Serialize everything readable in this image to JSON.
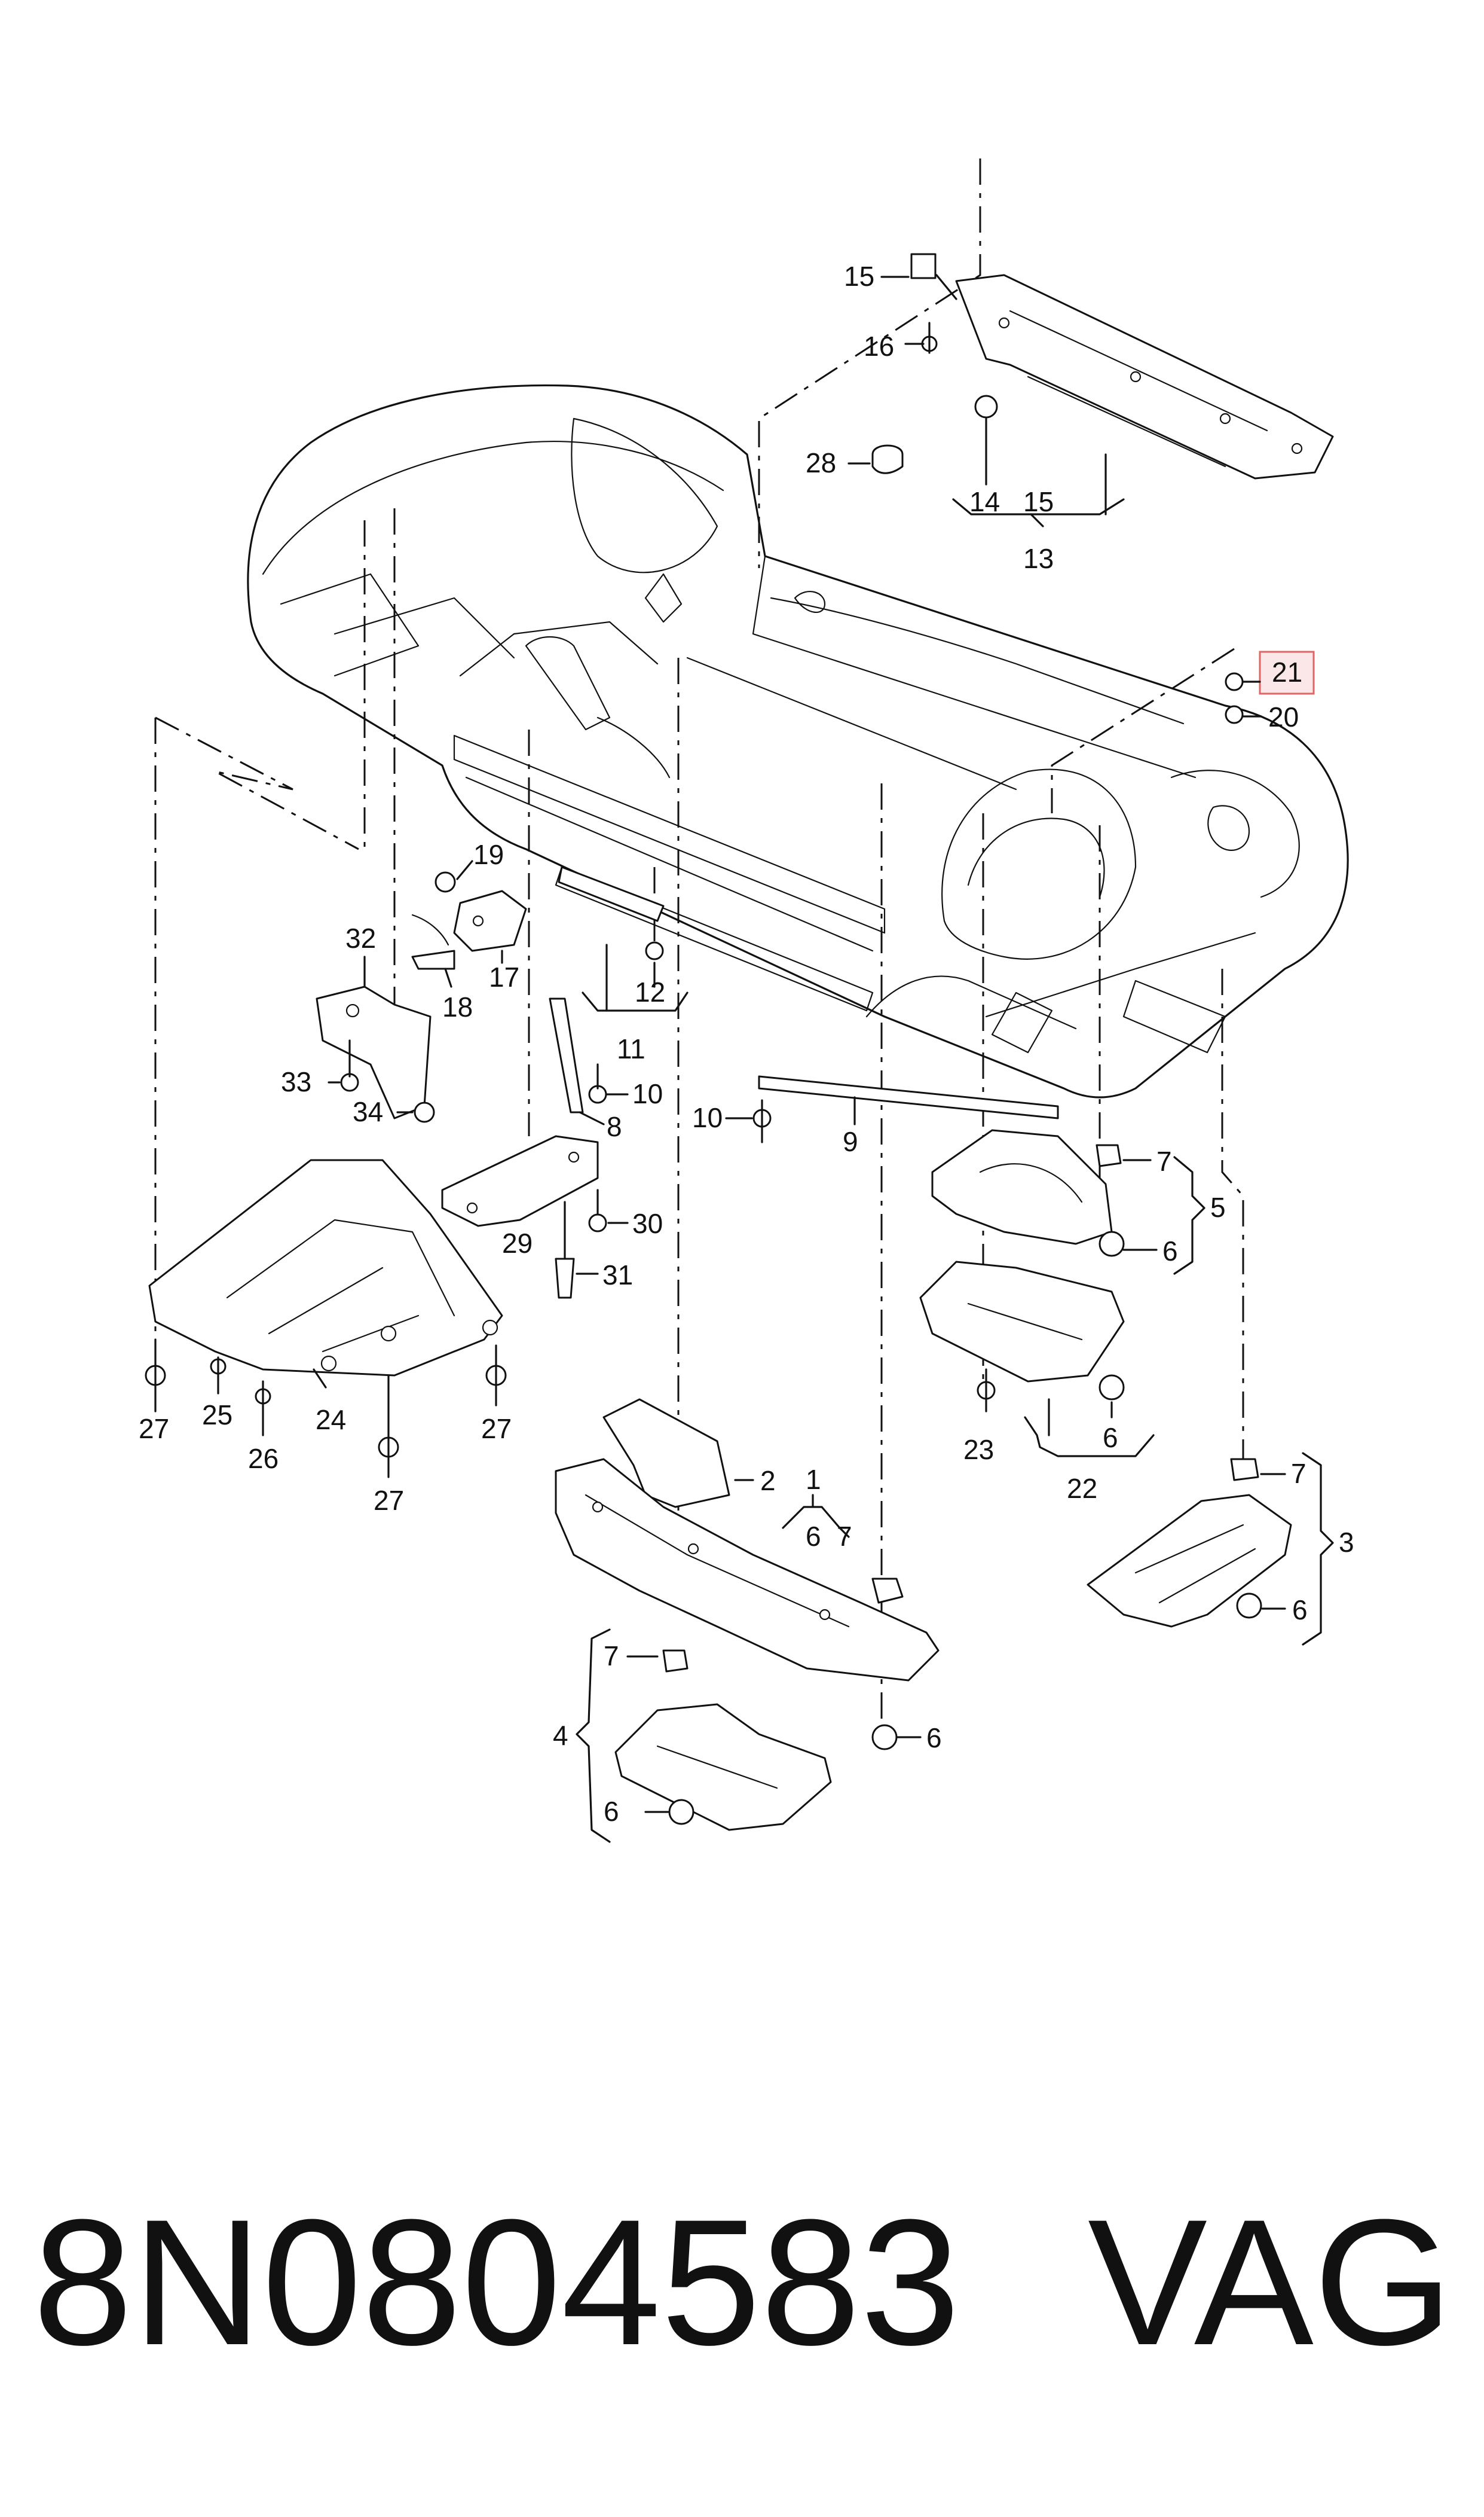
{
  "diagram": {
    "labels": {
      "l1": "1",
      "l2": "2",
      "l3": "3",
      "l4": "4",
      "l5": "5",
      "l6a": "6",
      "l6b": "6",
      "l6c": "6",
      "l6d": "6",
      "l6e": "6",
      "l6f": "6",
      "l7a": "7",
      "l7b": "7",
      "l7c": "7",
      "l7d": "7",
      "l8": "8",
      "l9": "9",
      "l10a": "10",
      "l10b": "10",
      "l11": "11",
      "l12": "12",
      "l13": "13",
      "l14": "14",
      "l15a": "15",
      "l15b": "15",
      "l16": "16",
      "l17": "17",
      "l18": "18",
      "l19": "19",
      "l20": "20",
      "l21": "21",
      "l22": "22",
      "l23": "23",
      "l24": "24",
      "l25": "25",
      "l26": "26",
      "l27a": "27",
      "l27b": "27",
      "l27c": "27",
      "l28": "28",
      "l29": "29",
      "l30": "30",
      "l31": "31",
      "l32": "32",
      "l33": "33",
      "l34": "34"
    },
    "highlighted_label": "21",
    "highlight_color": "#d66666"
  },
  "footer": {
    "part_number": "8N0804583",
    "brand": "VAG"
  }
}
